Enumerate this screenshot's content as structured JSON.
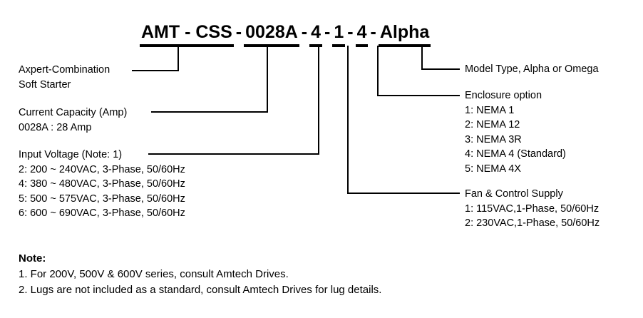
{
  "part_number": {
    "segments": [
      {
        "text": "AMT - CSS",
        "underlined": true
      },
      {
        "text": "-",
        "underlined": false
      },
      {
        "text": "0028A",
        "underlined": true
      },
      {
        "text": "-",
        "underlined": false
      },
      {
        "text": "4",
        "underlined": true
      },
      {
        "text": "-",
        "underlined": false
      },
      {
        "text": "1",
        "underlined": true
      },
      {
        "text": "-",
        "underlined": false
      },
      {
        "text": "4",
        "underlined": true
      },
      {
        "text": "-",
        "underlined": false
      },
      {
        "text": "Alpha",
        "underlined": true
      }
    ]
  },
  "left_callouts": {
    "product": {
      "line1": "Axpert-Combination",
      "line2": "Soft Starter"
    },
    "current_capacity": {
      "header": "Current Capacity (Amp)",
      "options": [
        "0028A : 28 Amp"
      ]
    },
    "input_voltage": {
      "header": "Input Voltage (Note: 1)",
      "options": [
        "2: 200 ~ 240VAC, 3-Phase, 50/60Hz",
        "4: 380 ~ 480VAC, 3-Phase, 50/60Hz",
        "5: 500 ~ 575VAC, 3-Phase, 50/60Hz",
        "6: 600 ~ 690VAC, 3-Phase, 50/60Hz"
      ]
    }
  },
  "right_callouts": {
    "model_type": {
      "header": "Model Type, Alpha or Omega",
      "options": []
    },
    "enclosure_option": {
      "header": "Enclosure option",
      "options": [
        "1: NEMA 1",
        "2: NEMA 12",
        "3: NEMA 3R",
        "4: NEMA 4 (Standard)",
        "5: NEMA 4X"
      ]
    },
    "fan_control_supply": {
      "header": "Fan & Control Supply",
      "options": [
        "1: 115VAC,1-Phase, 50/60Hz",
        "2: 230VAC,1-Phase, 50/60Hz"
      ]
    }
  },
  "notes": {
    "title": "Note:",
    "items": [
      "1. For 200V, 500V & 600V series, consult Amtech Drives.",
      "2. Lugs are not included as a standard, consult Amtech Drives for lug details."
    ]
  },
  "colors": {
    "ink": "#000000",
    "background": "#ffffff"
  }
}
